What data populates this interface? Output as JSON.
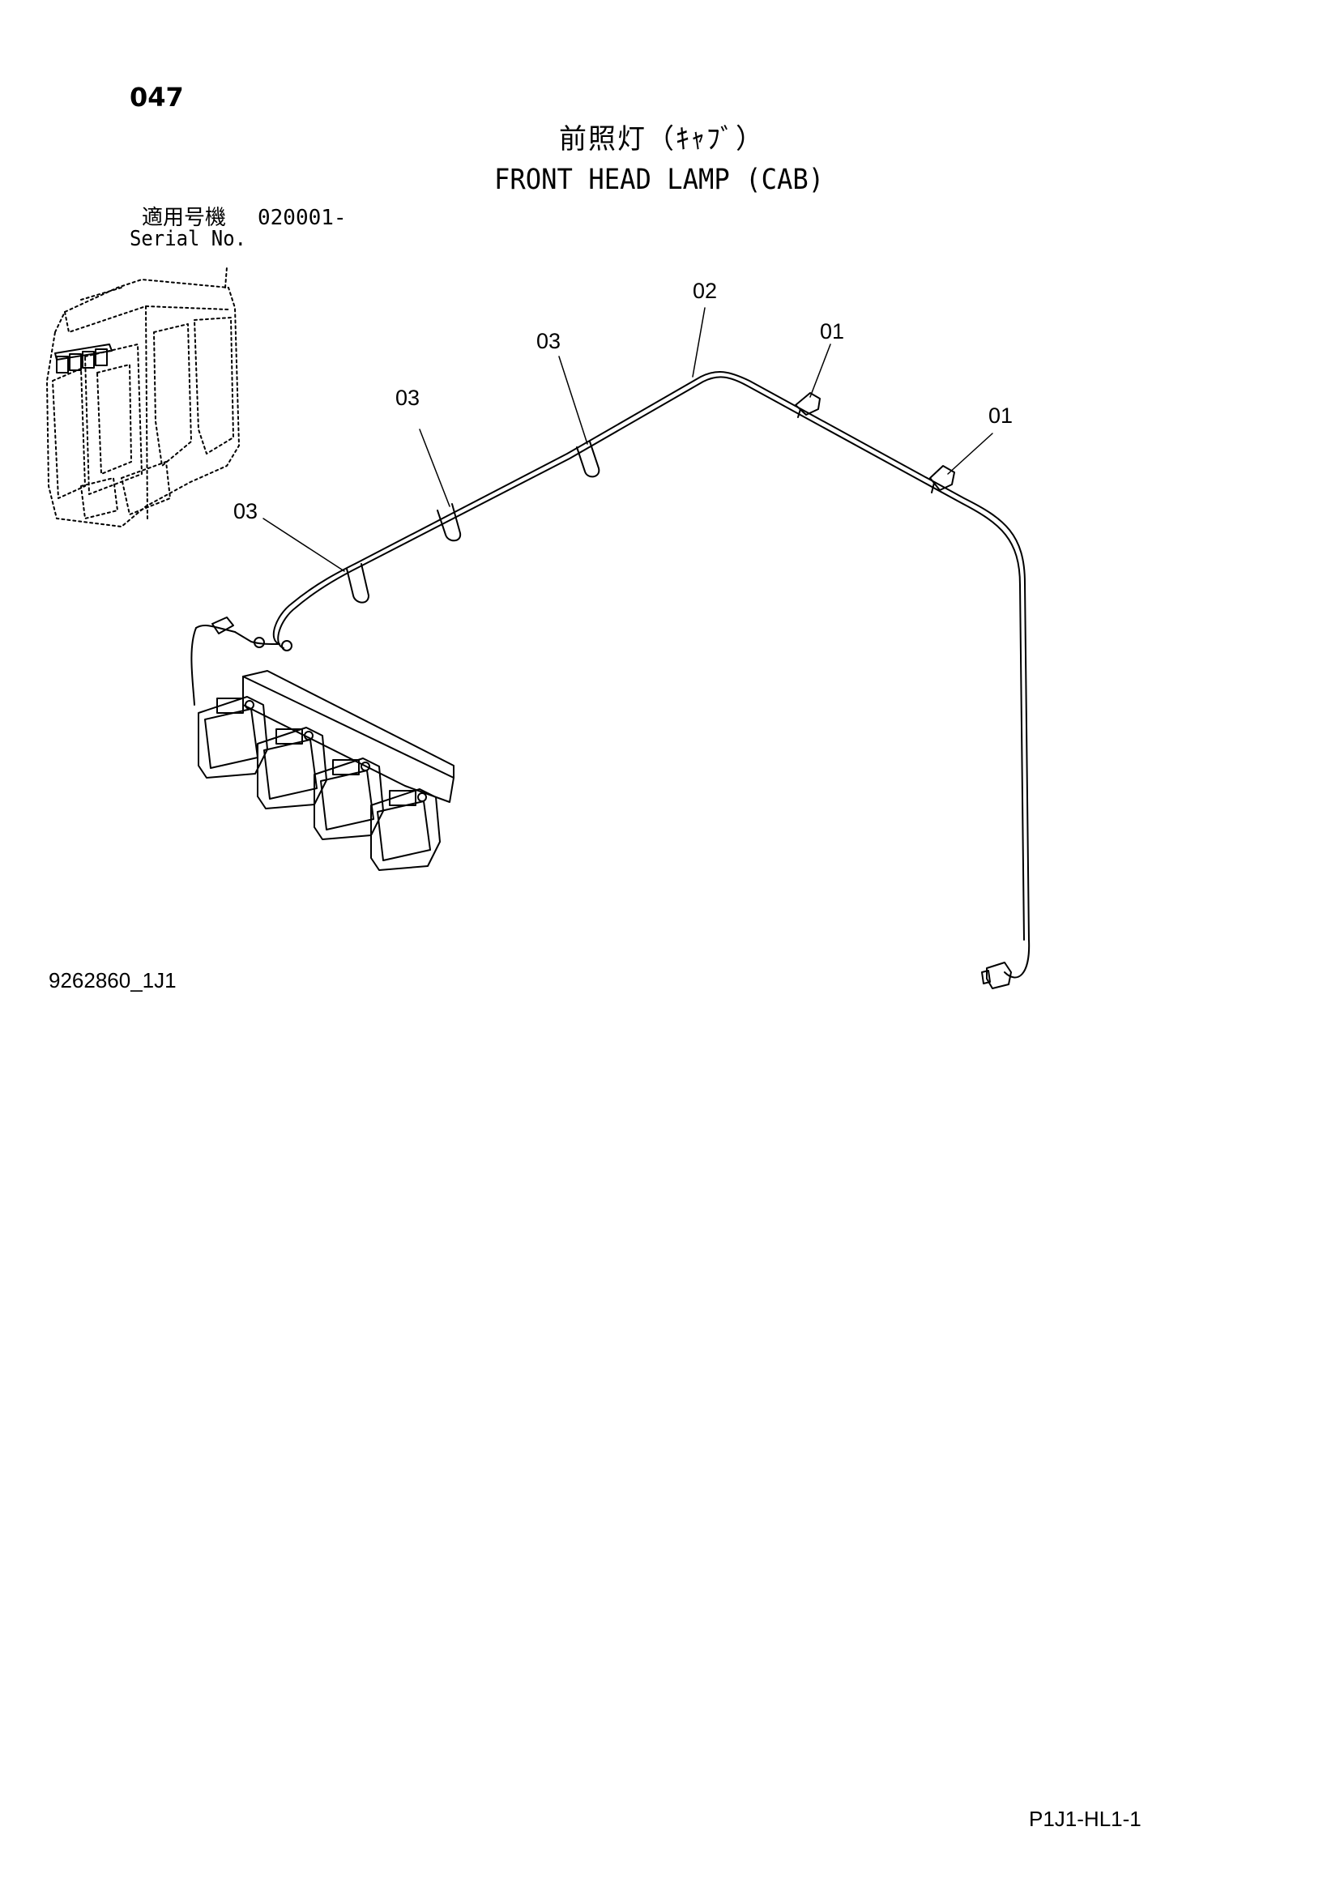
{
  "page_number": "047",
  "title_jp": "前照灯（ｷｬﾌﾞ）",
  "title_en": "FRONT HEAD LAMP (CAB)",
  "serial": {
    "label_jp": "適用号機",
    "range": "020001-",
    "label_en": "Serial No."
  },
  "callouts": {
    "c02": "02",
    "c01a": "01",
    "c01b": "01",
    "c03a": "03",
    "c03b": "03",
    "c03c": "03"
  },
  "drawing_code": "9262860_1J1",
  "page_code": "P1J1-HL1-1"
}
